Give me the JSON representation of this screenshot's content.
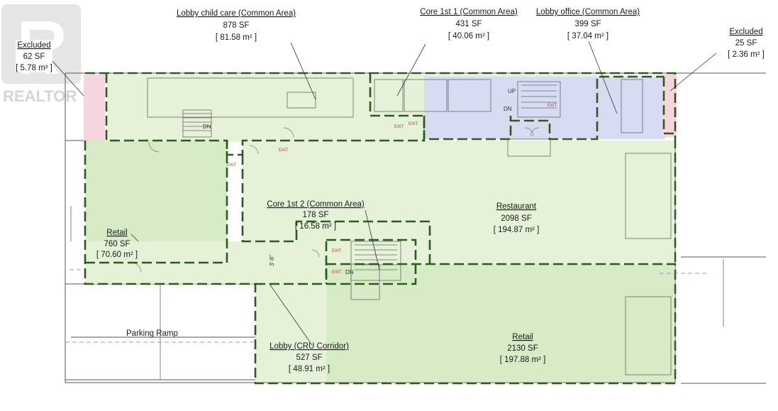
{
  "watermark": {
    "text": "REALTOR"
  },
  "areas": [
    {
      "id": "excluded-left",
      "name": "Excluded",
      "sf": "62 SF",
      "m2": "[ 5.78 m² ]"
    },
    {
      "id": "lobby-child-care",
      "name": "Lobby child care (Common Area)",
      "sf": "878 SF",
      "m2": "[ 81.58 m² ]"
    },
    {
      "id": "core-1st-1",
      "name": "Core 1st 1 (Common Area)",
      "sf": "431 SF",
      "m2": "[ 40.06 m² ]"
    },
    {
      "id": "lobby-office",
      "name": "Lobby office (Common Area)",
      "sf": "399 SF",
      "m2": "[ 37.04 m² ]"
    },
    {
      "id": "excluded-right",
      "name": "Excluded",
      "sf": "25 SF",
      "m2": "[ 2.36 m² ]"
    },
    {
      "id": "retail-left",
      "name": "Retail",
      "sf": "760 SF",
      "m2": "[ 70.60 m² ]"
    },
    {
      "id": "core-1st-2",
      "name": "Core 1st 2 (Common Area)",
      "sf": "178 SF",
      "m2": "[ 16.58 m² ]"
    },
    {
      "id": "restaurant",
      "name": "Restaurant",
      "sf": "2098 SF",
      "m2": "[ 194.87 m² ]"
    },
    {
      "id": "lobby-cru",
      "name": "Lobby (CRU Corridor)",
      "sf": "527 SF",
      "m2": "[ 48.91 m² ]"
    },
    {
      "id": "retail-right",
      "name": "Retail",
      "sf": "2130 SF",
      "m2": "[ 197.88 m² ]"
    }
  ],
  "labels": {
    "parking_ramp": "Parking Ramp",
    "up": "UP",
    "dn": "DN",
    "exit": "EXIT",
    "dim": "3'-8\""
  },
  "colors": {
    "green_fill": "#e5f2d8",
    "green_fill_dark": "#d6ecc6",
    "blue_fill": "#d8dcf3",
    "pink_fill": "#f5d6de",
    "dash_line": "#2e5a1e"
  }
}
